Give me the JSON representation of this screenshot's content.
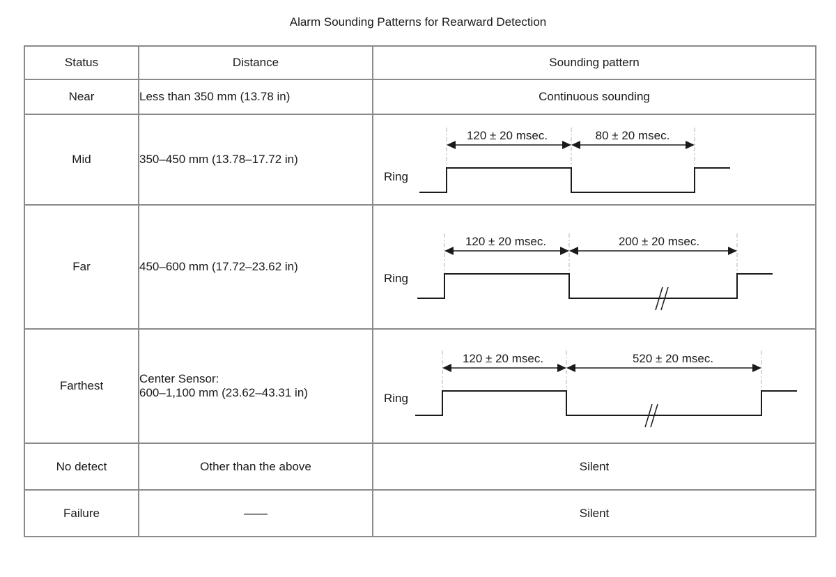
{
  "title": "Alarm Sounding Patterns for Rearward Detection",
  "headers": {
    "status": "Status",
    "distance": "Distance",
    "pattern": "Sounding pattern"
  },
  "rows": [
    {
      "status": "Near",
      "distance": "Less than 350 mm (13.78 in)",
      "pattern": "Continuous sounding"
    },
    {
      "status": "Mid",
      "distance": "350–450 mm (13.78–17.72 in)",
      "ring_label": "Ring",
      "on_duration": "120 ± 20 msec.",
      "off_duration": "80 ± 20 msec."
    },
    {
      "status": "Far",
      "distance": "450–600 mm (17.72–23.62 in)",
      "ring_label": "Ring",
      "on_duration": "120 ± 20 msec.",
      "off_duration": "200 ± 20 msec."
    },
    {
      "status": "Farthest",
      "distance_line1": "Center Sensor:",
      "distance_line2": "600–1,100 mm (23.62–43.31 in)",
      "ring_label": "Ring",
      "on_duration": "120 ± 20 msec.",
      "off_duration": "520 ± 20 msec."
    },
    {
      "status": "No detect",
      "distance": "Other than the above",
      "pattern": "Silent"
    },
    {
      "status": "Failure",
      "distance": "——",
      "pattern": "Silent"
    }
  ],
  "colors": {
    "border": "#8a8a8a",
    "text": "#1a1a1a",
    "dashed_guide": "#b0b0b0"
  }
}
